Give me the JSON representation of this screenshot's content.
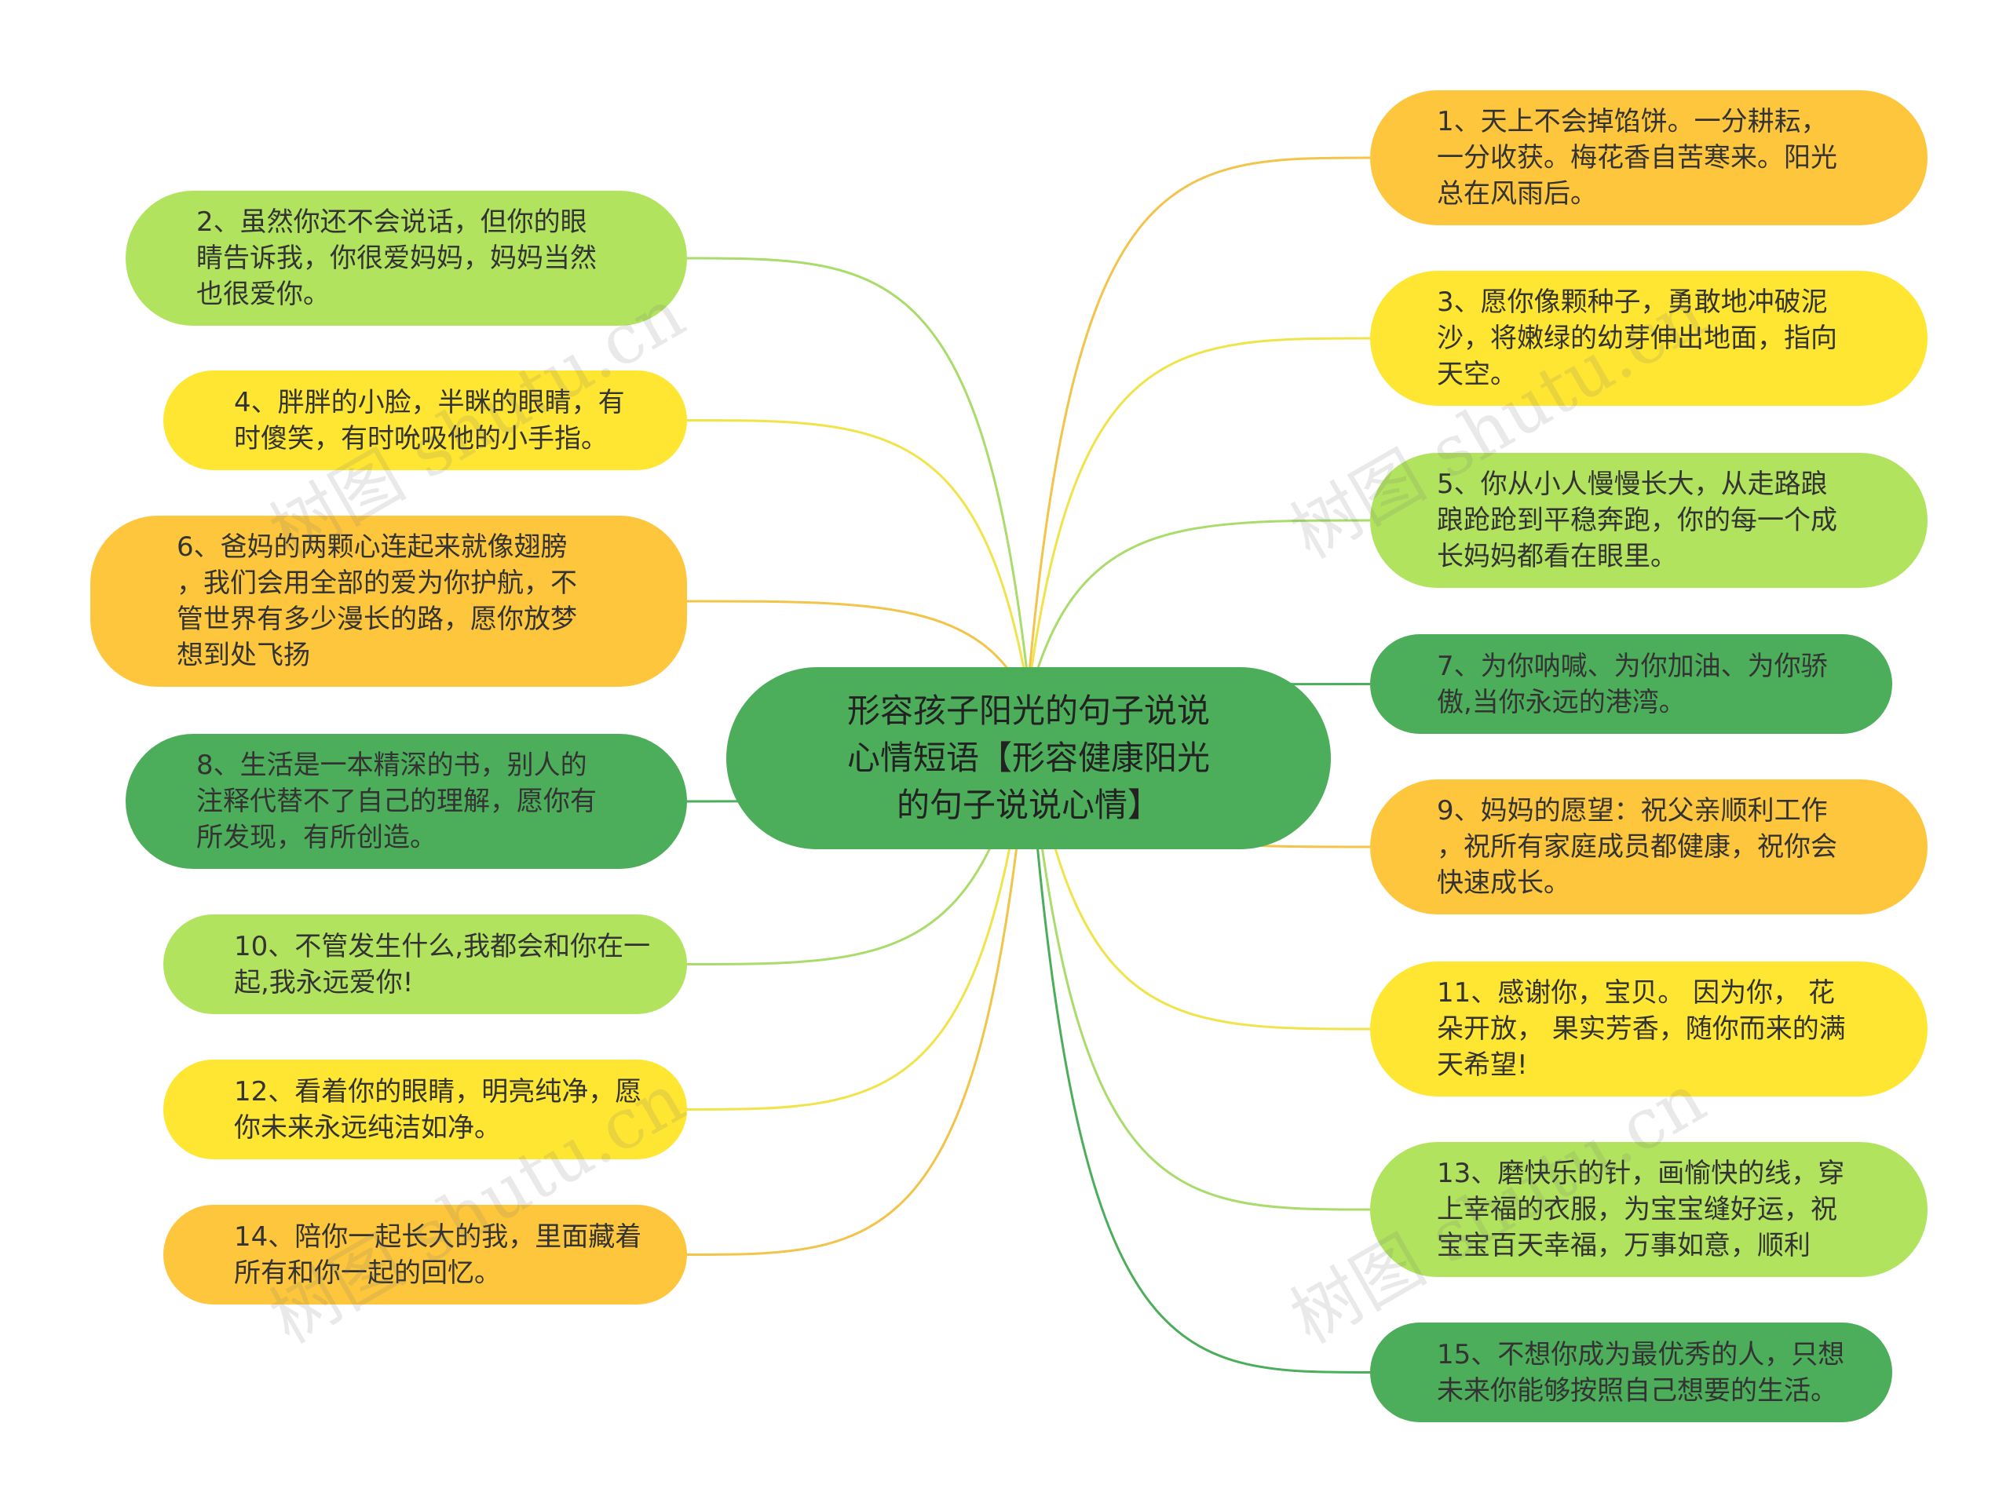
{
  "colors": {
    "orange": "#fdc63c",
    "yellow": "#ffe633",
    "light_green": "#b1e35e",
    "dark_green": "#4cae5a",
    "center_green": "#4cae5a"
  },
  "center": {
    "text": "形容孩子阳光的句子说说\n心情短语【形容健康阳光\n的句子说说心情】"
  },
  "nodes": [
    {
      "id": "n1",
      "side": "right",
      "color": "orange",
      "text": "1、天上不会掉馅饼。一分耕耘，\n一分收获。梅花香自苦寒来。阳光\n总在风雨后。"
    },
    {
      "id": "n3",
      "side": "right",
      "color": "yellow",
      "text": "3、愿你像颗种子，勇敢地冲破泥\n沙，将嫩绿的幼芽伸出地面，指向\n天空。"
    },
    {
      "id": "n5",
      "side": "right",
      "color": "light_green",
      "text": "5、你从小人慢慢长大，从走路踉\n踉跄跄到平稳奔跑，你的每一个成\n长妈妈都看在眼里。"
    },
    {
      "id": "n7",
      "side": "right",
      "color": "dark_green",
      "text": "7、为你呐喊、为你加油、为你骄\n傲,当你永远的港湾。"
    },
    {
      "id": "n9",
      "side": "right",
      "color": "orange",
      "text": "9、妈妈的愿望：祝父亲顺利工作\n，祝所有家庭成员都健康，祝你会\n快速成长。"
    },
    {
      "id": "n11",
      "side": "right",
      "color": "yellow",
      "text": "11、感谢你，宝贝。 因为你， 花\n朵开放， 果实芳香，随你而来的满\n天希望!"
    },
    {
      "id": "n13",
      "side": "right",
      "color": "light_green",
      "text": "13、磨快乐的针，画愉快的线，穿\n上幸福的衣服，为宝宝缝好运，祝\n宝宝百天幸福，万事如意，顺利"
    },
    {
      "id": "n15",
      "side": "right",
      "color": "dark_green",
      "text": "15、不想你成为最优秀的人，只想\n未来你能够按照自己想要的生活。"
    },
    {
      "id": "n2",
      "side": "left",
      "color": "light_green",
      "text": "2、虽然你还不会说话，但你的眼\n睛告诉我，你很爱妈妈，妈妈当然\n也很爱你。"
    },
    {
      "id": "n4",
      "side": "left",
      "color": "yellow",
      "text": "4、胖胖的小脸，半眯的眼睛，有\n时傻笑，有时吮吸他的小手指。"
    },
    {
      "id": "n6",
      "side": "left",
      "color": "orange",
      "text": "6、爸妈的两颗心连起来就像翅膀\n，我们会用全部的爱为你护航，不\n管世界有多少漫长的路，愿你放梦\n想到处飞扬"
    },
    {
      "id": "n8",
      "side": "left",
      "color": "dark_green",
      "text": "8、生活是一本精深的书，别人的\n注释代替不了自己的理解，愿你有\n所发现，有所创造。"
    },
    {
      "id": "n10",
      "side": "left",
      "color": "light_green",
      "text": "10、不管发生什么,我都会和你在一\n起,我永远爱你!"
    },
    {
      "id": "n12",
      "side": "left",
      "color": "yellow",
      "text": "12、看着你的眼睛，明亮纯净，愿\n你未来永远纯洁如净。"
    },
    {
      "id": "n14",
      "side": "left",
      "color": "orange",
      "text": "14、陪你一起长大的我，里面藏着\n所有和你一起的回忆。"
    }
  ],
  "watermark": {
    "text": "树图 shutu.cn"
  }
}
